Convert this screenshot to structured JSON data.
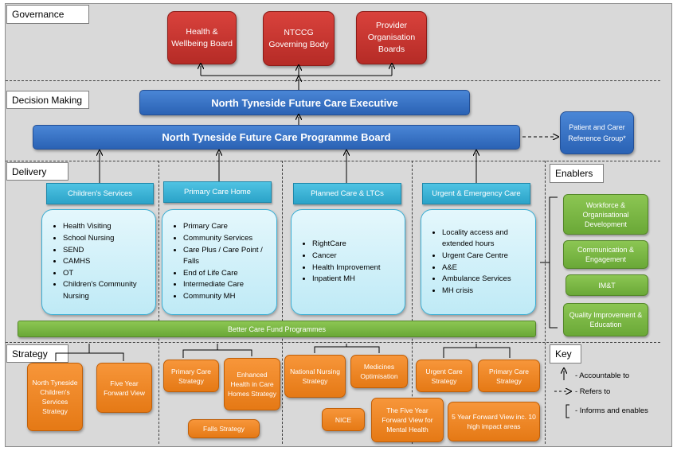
{
  "sections": {
    "governance": "Governance",
    "decision_making": "Decision Making",
    "delivery": "Delivery",
    "strategy": "Strategy",
    "enablers": "Enablers",
    "key": "Key"
  },
  "governance_boxes": [
    "Health & Wellbeing Board",
    "NTCCG Governing Body",
    "Provider Organisation Boards"
  ],
  "decision": {
    "executive": "North Tyneside Future Care Executive",
    "programme_board": "North Tyneside Future Care Programme Board",
    "reference_group": "Patient and Carer Reference Group*"
  },
  "delivery": {
    "headers": [
      "Children's Services",
      "Primary Care Home",
      "Planned Care & LTCs",
      "Urgent & Emergency Care"
    ],
    "childrens_items": [
      "Health Visiting",
      "School Nursing",
      "SEND",
      "CAMHS",
      "OT",
      "Children's Community Nursing"
    ],
    "primary_care_items": [
      "Primary Care",
      "Community Services",
      "Care Plus / Care Point / Falls",
      "End of Life Care",
      "Intermediate Care",
      "Community MH"
    ],
    "planned_care_items": [
      "RightCare",
      "Cancer",
      "Health Improvement",
      "Inpatient MH"
    ],
    "urgent_care_items": [
      "Locality access and extended hours",
      "Urgent Care Centre",
      "A&E",
      "Ambulance Services",
      "MH crisis"
    ],
    "better_care_fund": "Better Care Fund Programmes"
  },
  "enablers": [
    "Workforce & Organisational Development",
    "Communication & Engagement",
    "IM&T",
    "Quality Improvement & Education"
  ],
  "strategy_boxes": {
    "nt_childrens": "North Tyneside Children's Services Strategy",
    "five_year_forward": "Five Year Forward View",
    "primary_care_strategy_1": "Primary Care Strategy",
    "enhanced_health": "Enhanced Health in Care Homes Strategy",
    "falls_strategy": "Falls Strategy",
    "national_nursing": "National Nursing Strategy",
    "medicines_opt": "Medicines Optimisation",
    "nice": "NICE",
    "fyfv_mental_health": "The Five Year Forward View for Mental Health",
    "urgent_care_strategy": "Urgent Care Strategy",
    "primary_care_strategy_2": "Primary Care Strategy",
    "five_year_10_high": "5 Year Forward View inc. 10 high impact areas"
  },
  "key_items": [
    "- Accountable to",
    "- Refers to",
    "- Informs and enables"
  ],
  "colors": {
    "governance_red": "#c33530",
    "decision_blue": "#2f6bbd",
    "delivery_teal": "#36b0d6",
    "enabler_green": "#7ab744",
    "strategy_orange": "#ee8524",
    "background": "#d9d9d9"
  }
}
